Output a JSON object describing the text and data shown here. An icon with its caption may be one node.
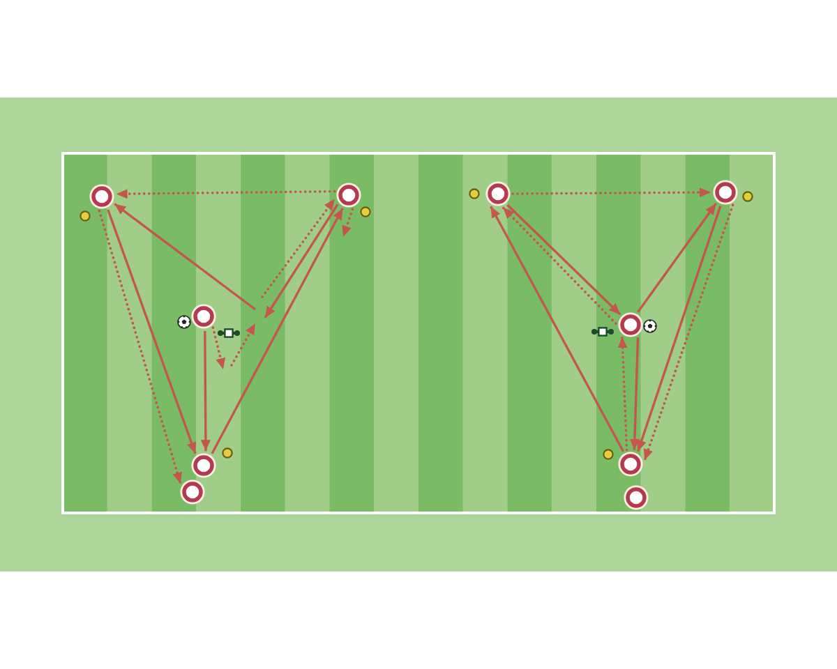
{
  "diagram": {
    "nodes": [
      {
        "text": [],
        "shape": "circle"
      },
      {
        "text": [],
        "shape": "circle"
      },
      {
        "text": [],
        "shape": "circle"
      },
      {
        "text": [],
        "shape": "circle"
      },
      {
        "text": [],
        "shape": "circle"
      },
      {
        "text": [],
        "shape": "circle"
      },
      {
        "text": [],
        "shape": "circle"
      },
      {
        "text": [],
        "shape": "circle"
      },
      {
        "text": [],
        "shape": "circle"
      },
      {
        "text": [],
        "shape": "circle"
      }
    ],
    "edges": [
      {
        "from": 1,
        "to": 0,
        "arrow": "to",
        "style": "dashed"
      },
      {
        "from": null,
        "to": 0,
        "arrow": "to"
      },
      {
        "from": null,
        "to": 1,
        "arrow": "to",
        "style": "dashed"
      },
      {
        "from": 1,
        "to": null,
        "arrow": "to",
        "style": "dashed"
      },
      {
        "from": 1,
        "to": null,
        "arrow": "to"
      },
      {
        "from": 3,
        "to": 1,
        "arrow": "to"
      },
      {
        "from": 2,
        "to": null,
        "arrow": "to",
        "style": "dashed"
      },
      {
        "from": 2,
        "to": 3,
        "arrow": "to"
      },
      {
        "from": 0,
        "to": 3,
        "arrow": "to"
      },
      {
        "from": 0,
        "to": 4,
        "arrow": "to",
        "style": "dashed"
      },
      {
        "from": 5,
        "to": 6,
        "arrow": "to",
        "style": "dashed"
      },
      {
        "from": 5,
        "to": 7,
        "arrow": "to"
      },
      {
        "from": 7,
        "to": 5,
        "arrow": "to",
        "style": "dashed"
      },
      {
        "from": 8,
        "to": 5,
        "arrow": "to"
      },
      {
        "from": 7,
        "to": 6,
        "arrow": "to"
      },
      {
        "from": 6,
        "to": 8,
        "arrow": "to"
      },
      {
        "from": 6,
        "to": 8,
        "arrow": "to",
        "style": "dashed"
      },
      {
        "from": 7,
        "to": 8,
        "arrow": "to"
      },
      {
        "from": 8,
        "to": 7,
        "arrow": "to",
        "style": "dashed"
      }
    ]
  }
}
